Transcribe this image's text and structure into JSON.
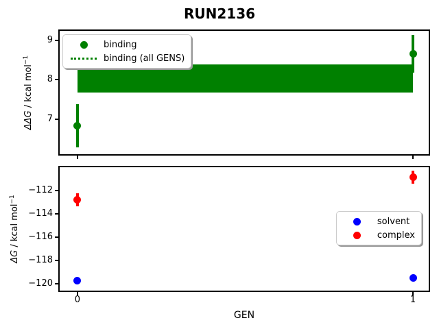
{
  "title": "RUN2136",
  "xlabel": "GEN",
  "chart_data": [
    {
      "type": "scatter",
      "name": "binding-free-energy-difference",
      "ylabel_math": "ΔΔG",
      "ylabel_rest": " / kcal mol",
      "ylabel_sup": "−1",
      "xlim": [
        -0.053,
        1.047
      ],
      "ylim": [
        6.1,
        9.25
      ],
      "yticks": [
        7,
        8,
        9
      ],
      "xticks": [
        0,
        1
      ],
      "xticklabels_visible": false,
      "grid": false,
      "legend_position": "upper-left",
      "series": [
        {
          "name": "binding",
          "style": "scatter-errorbar",
          "color": "#008000",
          "x": [
            0,
            1
          ],
          "y": [
            6.82,
            8.66
          ],
          "yerr": [
            0.55,
            0.48
          ]
        },
        {
          "name": "binding (all GENS)",
          "style": "band-dotted-center",
          "color": "#008000",
          "x": [
            0,
            1
          ],
          "value": 8.03,
          "band_lo": 7.67,
          "band_hi": 8.4
        }
      ]
    },
    {
      "type": "scatter",
      "name": "component-free-energies",
      "ylabel_math": "ΔG",
      "ylabel_rest": " / kcal mol",
      "ylabel_sup": "−1",
      "xlim": [
        -0.053,
        1.047
      ],
      "ylim": [
        -120.6,
        -110.0
      ],
      "yticks": [
        -112,
        -114,
        -116,
        -118,
        -120
      ],
      "xticks": [
        0,
        1
      ],
      "xticklabels_visible": true,
      "grid": false,
      "legend_position": "center-right",
      "series": [
        {
          "name": "solvent",
          "style": "scatter-errorbar",
          "color": "#0000ff",
          "x": [
            0,
            1
          ],
          "y": [
            -119.75,
            -119.5
          ],
          "yerr": [
            0.15,
            0.15
          ]
        },
        {
          "name": "complex",
          "style": "scatter-errorbar",
          "color": "#ff0000",
          "x": [
            0,
            1
          ],
          "y": [
            -112.8,
            -110.85
          ],
          "yerr": [
            0.55,
            0.55
          ]
        }
      ]
    }
  ]
}
